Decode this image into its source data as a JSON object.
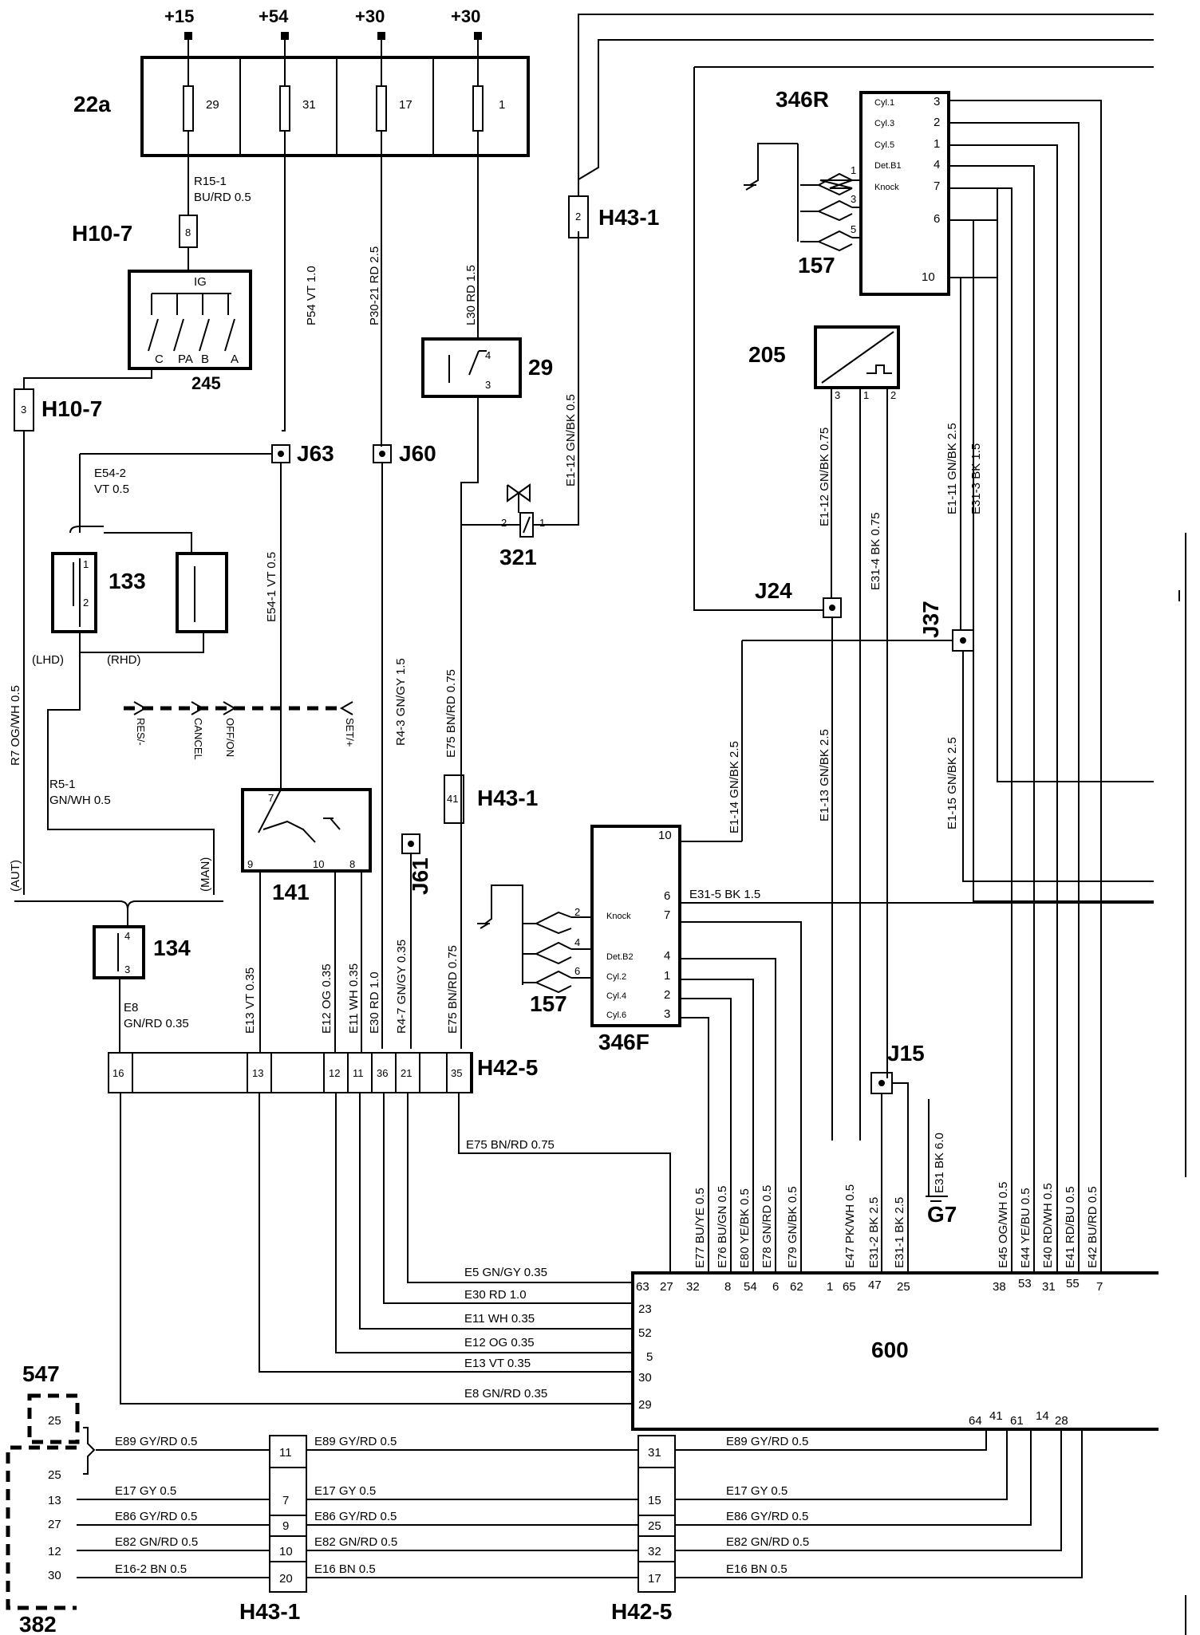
{
  "supply": {
    "plus15": "+15",
    "plus54": "+54",
    "plus30a": "+30",
    "plus30b": "+30"
  },
  "fusebox": {
    "id": "22a",
    "fuses": [
      "29",
      "31",
      "17",
      "1"
    ]
  },
  "ignition": {
    "id": "245",
    "connector": "H10-7",
    "pin": "8",
    "label_ig": "IG",
    "contacts": [
      "C",
      "PA",
      "B",
      "A"
    ]
  },
  "h10_7b": {
    "id": "H10-7",
    "pin": "3"
  },
  "relay29": {
    "id": "29",
    "pin4": "4",
    "pin3": "3"
  },
  "junctions": {
    "j63": "J63",
    "j60": "J60",
    "j61": "J61",
    "j24": "J24",
    "j37": "J37",
    "j15": "J15"
  },
  "h43_top": {
    "id": "H43-1",
    "pin": "2"
  },
  "h43_mid": {
    "id": "H43-1",
    "pin": "41"
  },
  "valve321": {
    "id": "321",
    "pin2": "2",
    "pin1": "1"
  },
  "sw133": {
    "id": "133",
    "pin1": "1",
    "pin2": "2",
    "lhd": "(LHD)",
    "rhd": "(RHD)"
  },
  "sw134": {
    "id": "134",
    "pin4": "4",
    "pin3": "3"
  },
  "sw141": {
    "id": "141",
    "pins": [
      "7",
      "9",
      "10",
      "8"
    ],
    "buttons": [
      "RES/-",
      "CANCEL",
      "OFF/ON",
      "SET/+"
    ]
  },
  "aut_man": {
    "aut": "(AUT)",
    "man": "(MAN)"
  },
  "knock_rear": {
    "id": "346R",
    "rows": [
      [
        "Cyl.1",
        "3"
      ],
      [
        "Cyl.3",
        "2"
      ],
      [
        "Cyl.5",
        "1"
      ],
      [
        "Det.B1",
        "4"
      ],
      [
        "Knock",
        "7"
      ],
      [
        "",
        "6"
      ],
      [
        "",
        "10"
      ]
    ]
  },
  "knock_front": {
    "id": "346F",
    "rows": [
      [
        "",
        "10"
      ],
      [
        "",
        "6"
      ],
      [
        "Knock",
        "7"
      ],
      [
        "Det.B2",
        "4"
      ],
      [
        "Cyl.2",
        "1"
      ],
      [
        "Cyl.4",
        "2"
      ],
      [
        "Cyl.6",
        "3"
      ]
    ]
  },
  "sensors157": {
    "id": "157",
    "rear_pins": [
      "1",
      "3",
      "5"
    ],
    "front_pins": [
      "2",
      "4",
      "6"
    ]
  },
  "sensor205": {
    "id": "205",
    "pins": [
      "3",
      "1",
      "2"
    ]
  },
  "ground": {
    "g7": "G7"
  },
  "h42_5": {
    "id": "H42-5",
    "pins": [
      "16",
      "13",
      "12",
      "11",
      "36",
      "21",
      "35"
    ]
  },
  "ecu600": {
    "id": "600",
    "top_pins": [
      "27",
      "32",
      "8",
      "54",
      "6",
      "62",
      "1",
      "65",
      "47",
      "25",
      "38",
      "53",
      "31",
      "55",
      "7"
    ],
    "left_pins": [
      "63",
      "23",
      "52",
      "5",
      "30",
      "29"
    ],
    "bottom_pins": [
      "64",
      "41",
      "61",
      "14",
      "28"
    ]
  },
  "wires": {
    "r15_1": "R15-1",
    "r15_1b": "BU/RD  0.5",
    "p54": "P54  VT  1.0",
    "p30": "P30-21   RD  2.5",
    "l30": "L30  RD  1.5",
    "e54_2": "E54-2",
    "e54_2b": "VT  0.5",
    "e54_1": "E54-1   VT  0.5",
    "r4_3": "R4-3   GN/GY  1.5",
    "e75a": "E75  BN/RD  0.75",
    "r7": "R7  OG/WH 0.5",
    "r5_1": "R5-1",
    "r5_1b": "GN/WH 0.5",
    "e8": "E8",
    "e8b": "GN/RD  0.35",
    "e13": "E13  VT  0.35",
    "e12": "E12  OG 0.35",
    "e11": "E11  WH 0.35",
    "e30": "E30  RD 1.0",
    "r4_7": "R4-7   GN/GY 0.35",
    "e75b": "E75  BN/RD  0.75",
    "e1_12": "E1-12   GN/BK  0.5",
    "e1_12b": "E1-12    GN/BK 0.75",
    "e31_4": "E31-4     BK  0.75",
    "e1_11": "E1-11    GN/BK  2.5",
    "e31_3": "E31-3    BK  1.5",
    "e1_14": "E1-14    GN/BK  2.5",
    "e1_13": "E1-13    GN/BK  2.5",
    "e1_15": "E1-15    GN/BK  2.5",
    "e31_5": "E31-5     BK   1.5",
    "e75c": "E75   BN/RD  0.75",
    "e5": "E5   GN/GY 0.35",
    "e30b": "E30   RD  1.0",
    "e11b": "E11   WH 0.35",
    "e12b": "E12   OG 0.35",
    "e13b": "E13   VT  0.35",
    "e8c": "E8   GN/RD  0.35",
    "e77": "E77    BU/YE  0.5",
    "e76": "E76    BU/GN  0.5",
    "e80": "E80    YE/BK  0.5",
    "e78": "E78    GN/RD  0.5",
    "e79": "E79    GN/BK  0.5",
    "e47": "E47    PK/WH 0.5",
    "e31_2": "E31-2    BK  2.5",
    "e31_1": "E31-1    BK  2.5",
    "e31": "E31    BK  6.0",
    "e45": "E45   OG/WH 0.5",
    "e44": "E44   YE/BU  0.5",
    "e40": "E40   RD/WH 0.5",
    "e41": "E41   RD/BU  0.5",
    "e42": "E42   BU/RD  0.5"
  },
  "bottom": {
    "dev547": "547",
    "dev382": "382",
    "pins382": [
      "25",
      "25",
      "13",
      "27",
      "12",
      "30"
    ],
    "h43": {
      "id": "H43-1",
      "pins": [
        "11",
        "7",
        "9",
        "10",
        "20"
      ]
    },
    "h42": {
      "id": "H42-5",
      "pins": [
        "31",
        "15",
        "25",
        "32",
        "17"
      ]
    },
    "left_labels": [
      "E89  GY/RD  0.5",
      "E17   GY  0.5",
      "E86   GY/RD  0.5",
      "E82   GN/RD  0.5",
      "E16-2   BN  0.5"
    ],
    "mid_labels": [
      "E89  GY/RD  0.5",
      "E17   GY  0.5",
      "E86  GY/RD  0.5",
      "E82   GN/RD  0.5",
      "E16   BN  0.5"
    ],
    "right_labels": [
      "E89   GY/RD  0.5",
      "E17   GY  0.5",
      "E86   GY/RD  0.5",
      "E82   GN/RD  0.5",
      "E16   BN  0.5"
    ]
  }
}
